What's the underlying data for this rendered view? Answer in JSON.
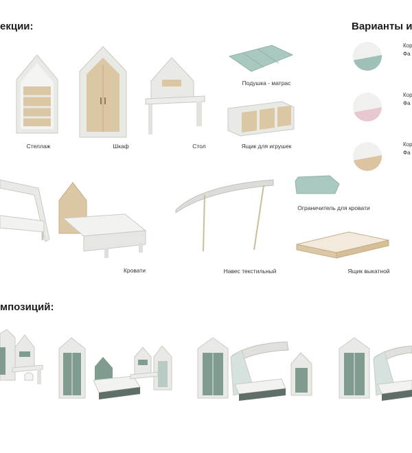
{
  "headings": {
    "sections": "екции:",
    "variants": "Варианты и",
    "compositions": "мпозиций:"
  },
  "items": {
    "shelf": "Стеллаж",
    "wardrobe": "Шкаф",
    "desk": "Стол",
    "cushion": "Подушка - матрас",
    "toybox": "Ящик для игрушек",
    "beds": "Кровати",
    "canopy": "Навес текстильный",
    "bed_limiter": "Ограничитель для кровати",
    "drawer": "Ящик выкатной"
  },
  "swatches": [
    {
      "line1": "Кор",
      "line2": "Фа",
      "accent": "#9fc0b8"
    },
    {
      "line1": "Кор",
      "line2": "Фа",
      "accent": "#e8c8cf"
    },
    {
      "line1": "Кор",
      "line2": "Фа",
      "accent": "#dcc4a0"
    }
  ],
  "colors": {
    "body_white": "#e9e9e6",
    "wood": "#dcc7a4",
    "sage": "#7f9c8e",
    "mint": "#a9c9c0"
  }
}
